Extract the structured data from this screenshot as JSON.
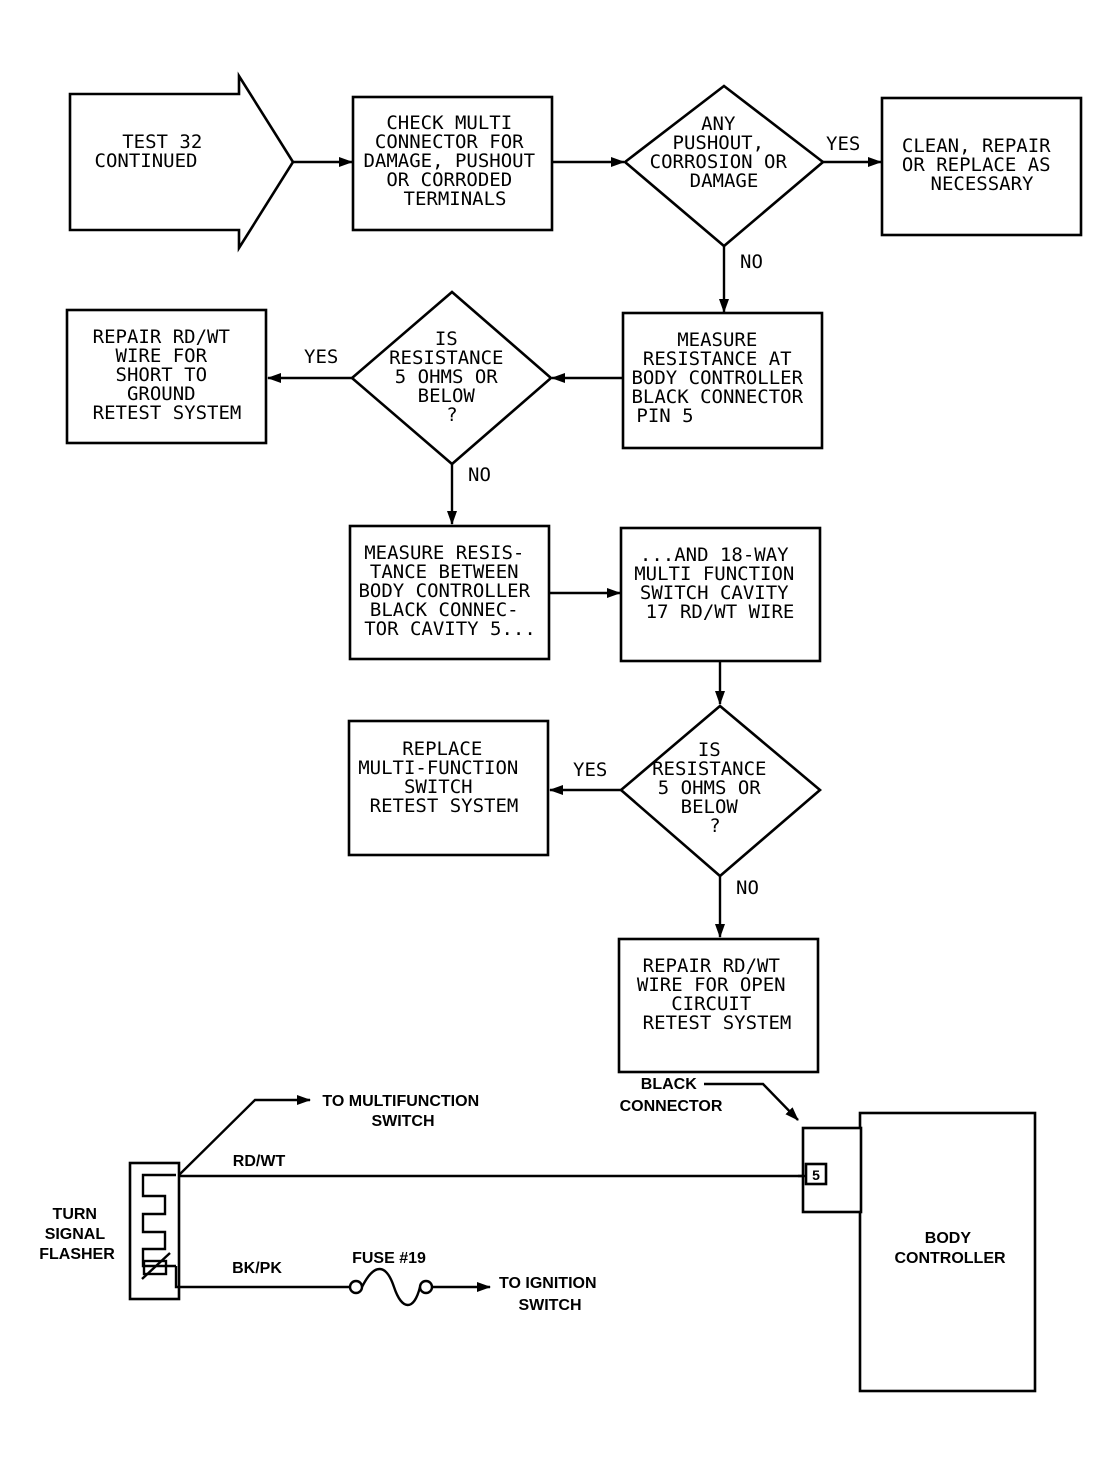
{
  "flowchart": {
    "start": {
      "lines": [
        "TEST 32",
        "CONTINUED"
      ]
    },
    "check_connector": {
      "lines": [
        "CHECK MULTI",
        "CONNECTOR FOR",
        "DAMAGE, PUSHOUT",
        "OR CORRODED",
        "TERMINALS"
      ]
    },
    "any_pushout": {
      "lines": [
        "ANY",
        "PUSHOUT,",
        "CORROSION OR",
        "DAMAGE"
      ]
    },
    "clean_repair": {
      "lines": [
        "CLEAN, REPAIR",
        "OR REPLACE AS",
        "NECESSARY"
      ]
    },
    "measure_pin5": {
      "lines": [
        "MEASURE",
        "RESISTANCE AT",
        "BODY CONTROLLER",
        "BLACK CONNECTOR",
        "PIN 5"
      ]
    },
    "is_resistance_1": {
      "lines": [
        "IS",
        "RESISTANCE",
        "5 OHMS OR",
        "BELOW",
        "?"
      ]
    },
    "repair_short": {
      "lines": [
        "REPAIR RD/WT",
        "WIRE FOR",
        "SHORT TO",
        "GROUND",
        "RETEST SYSTEM"
      ]
    },
    "measure_between": {
      "lines": [
        "MEASURE RESIS-",
        "TANCE BETWEEN",
        "BODY CONTROLLER",
        "BLACK CONNEC-",
        "TOR CAVITY 5..."
      ]
    },
    "and_18way": {
      "lines": [
        "...AND 18-WAY",
        "MULTI FUNCTION",
        "SWITCH CAVITY",
        "17 RD/WT WIRE"
      ]
    },
    "is_resistance_2": {
      "lines": [
        "IS",
        "RESISTANCE",
        "5 OHMS OR",
        "BELOW",
        "?"
      ]
    },
    "replace_switch": {
      "lines": [
        "REPLACE",
        "MULTI-FUNCTION",
        "SWITCH",
        "RETEST SYSTEM"
      ]
    },
    "repair_open": {
      "lines": [
        "REPAIR RD/WT",
        "WIRE FOR OPEN",
        "CIRCUIT",
        "RETEST SYSTEM"
      ]
    },
    "labels": {
      "yes": "YES",
      "no": "NO"
    }
  },
  "schematic": {
    "flasher_label": [
      "TURN",
      "SIGNAL",
      "FLASHER"
    ],
    "to_multifunction": [
      "TO MULTIFUNCTION",
      "SWITCH"
    ],
    "wire_rdwt": "RD/WT",
    "wire_bkpk": "BK/PK",
    "fuse": "FUSE #19",
    "to_ignition": [
      "TO IGNITION",
      "SWITCH"
    ],
    "black_connector": [
      "BLACK",
      "CONNECTOR"
    ],
    "pin": "5",
    "body_controller": [
      "BODY",
      "CONTROLLER"
    ]
  }
}
